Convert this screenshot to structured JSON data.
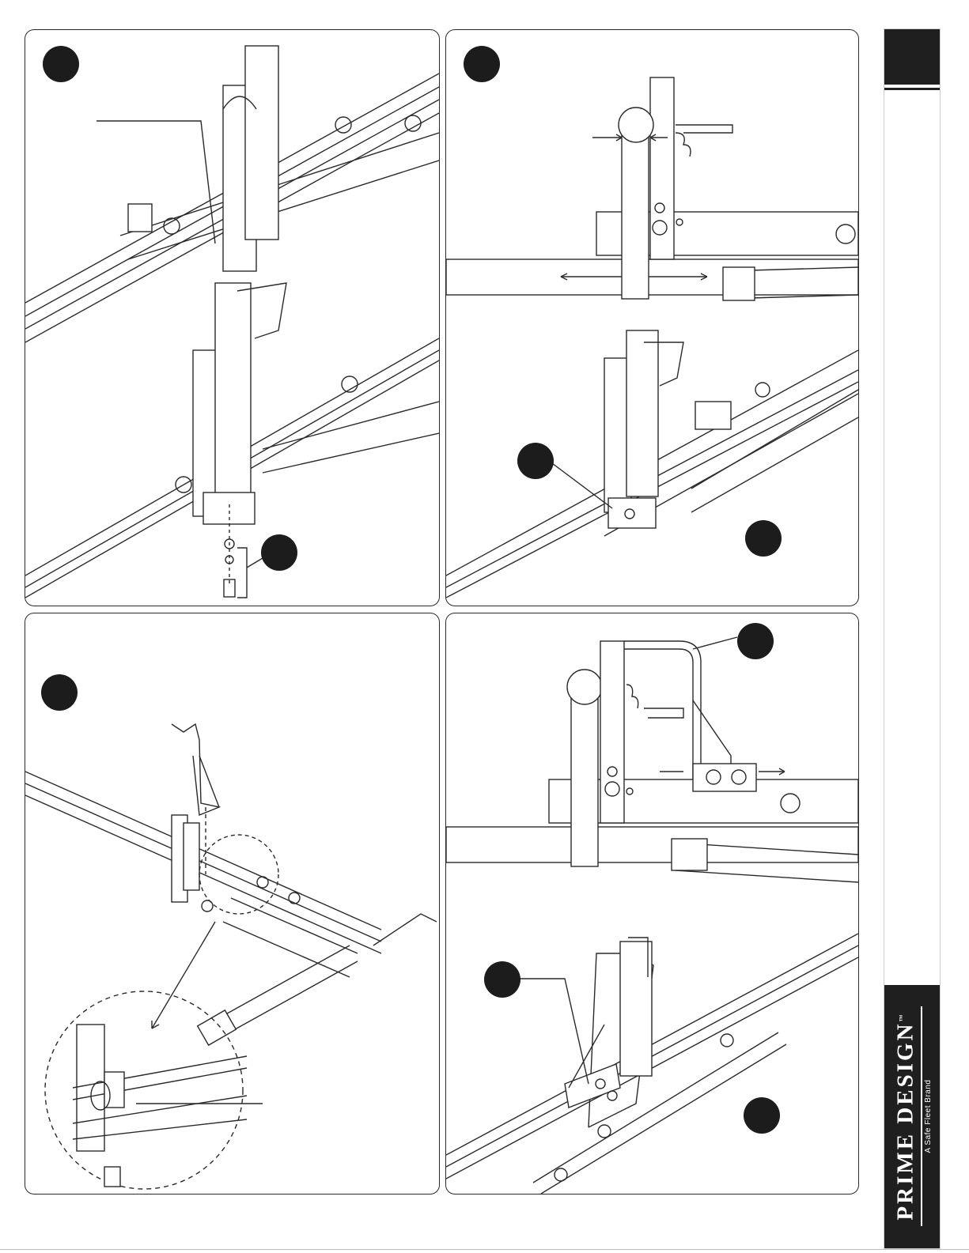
{
  "panels": [
    {
      "id": "top-left",
      "callouts": 2
    },
    {
      "id": "top-right",
      "callouts": 3
    },
    {
      "id": "bottom-left",
      "callouts": 1
    },
    {
      "id": "bottom-right",
      "callouts": 3
    }
  ],
  "brand": {
    "name": "PRIME DESIGN",
    "trademark": "™",
    "tagline": "A Safe Fleet Brand"
  },
  "colors": {
    "badge": "#1c1c1c",
    "sidebar": "#1f1f1f",
    "line": "#2a2a2a"
  }
}
